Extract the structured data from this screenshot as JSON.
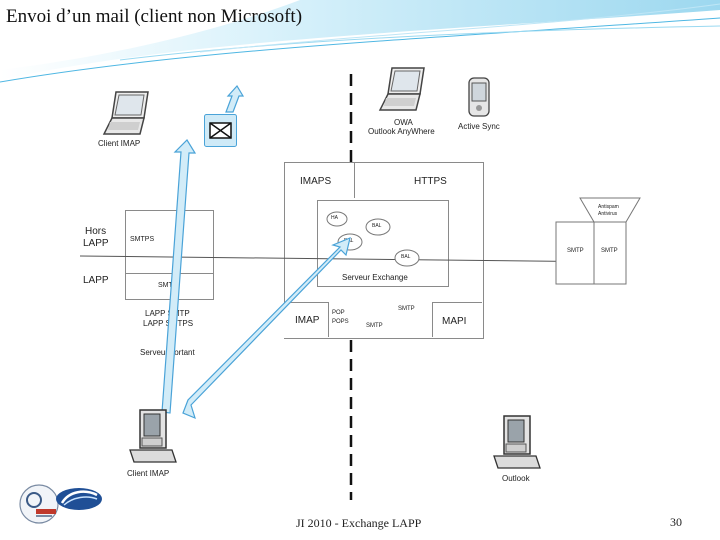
{
  "slide": {
    "title": "Envoi d’un mail (client non Microsoft)",
    "footer_center": "JI 2010 - Exchange LAPP",
    "page_number": "30"
  },
  "diagram": {
    "devices": {
      "client_imap_top": "Client IMAP",
      "owa": "OWA",
      "outlook_anywhere": "Outlook AnyWhere",
      "active_sync": "Active Sync",
      "client_imap_bottom": "Client IMAP",
      "outlook": "Outlook"
    },
    "zones": {
      "hors": "Hors",
      "lapp_outside": "LAPP",
      "lapp_inside": "LAPP"
    },
    "gateway": {
      "smtps": "SMTPS",
      "smtp": "SMTP",
      "lapp_smtp": "LAPP SMTP",
      "lapp_smtps": "LAPP SMTPS",
      "serveur_sortant": "Serveur sortant"
    },
    "exchange": {
      "imaps": "IMAPS",
      "https": "HTTPS",
      "serveur_exchange": "Serveur Exchange",
      "imap": "IMAP",
      "pop": "POP",
      "pops": "POPS",
      "smtp_lower": "SMTP",
      "smtp_bottom": "SMTP",
      "mapi": "MAPI",
      "ha": "HA",
      "bal1": "BAL",
      "bal2": "BAL",
      "bal3": "BAL"
    },
    "antispam": {
      "title_line1": "Antispam",
      "title_line2": "Antivirus",
      "smtp_left": "SMTP",
      "smtp_right": "SMTP"
    }
  },
  "colors": {
    "arrow_fill": "#d2ecf8",
    "arrow_stroke": "#4aa3d8",
    "header_swoosh": "#8fd3ef"
  },
  "icons": [
    "laptop-icon",
    "envelope-icon",
    "pda-icon",
    "desktop-computer-icon",
    "cnrs-logo-icon",
    "lapp-logo-icon"
  ]
}
